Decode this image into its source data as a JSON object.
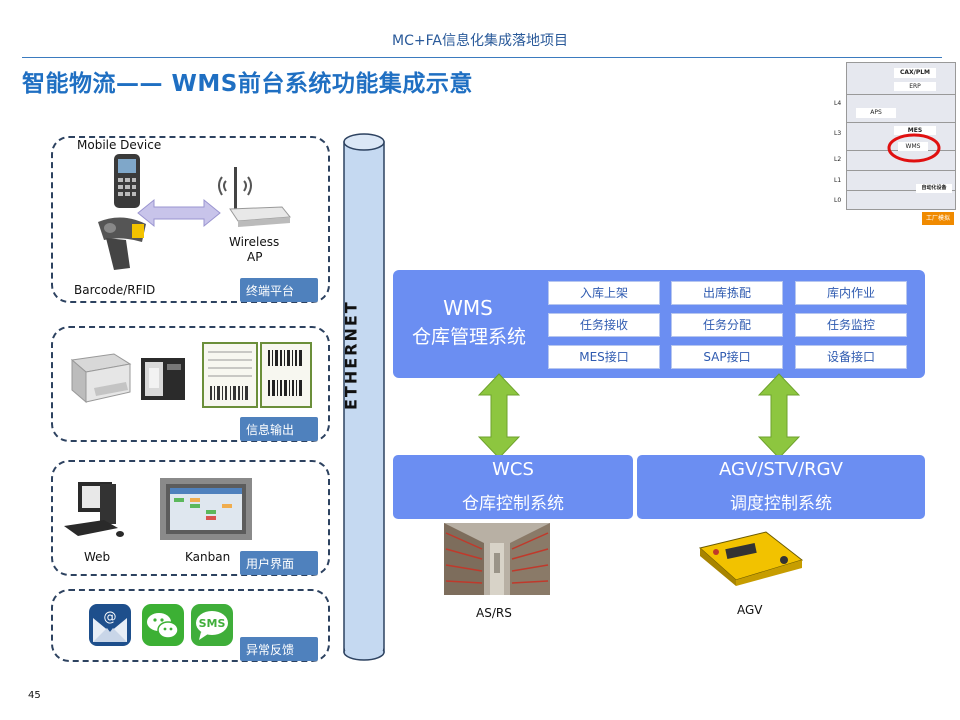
{
  "header": {
    "title": "MC+FA信息化集成落地项目"
  },
  "page_title": "智能物流—— WMS前台系统功能集成示意",
  "left_groups": [
    {
      "tag": "终端平台",
      "labels": {
        "mobile": "Mobile Device",
        "barcode": "Barcode/RFID",
        "wireless": "Wireless",
        "ap": "AP"
      }
    },
    {
      "tag": "信息输出"
    },
    {
      "tag": "用户界面",
      "labels": {
        "web": "Web",
        "kanban": "Kanban"
      }
    },
    {
      "tag": "异常反馈"
    }
  ],
  "ethernet": "ETHERNET",
  "wms": {
    "title": "WMS",
    "subtitle": "仓库管理系统",
    "functions": [
      "入库上架",
      "出库拣配",
      "库内作业",
      "任务接收",
      "任务分配",
      "任务监控",
      "MES接口",
      "SAP接口",
      "设备接口"
    ]
  },
  "wcs": {
    "title": "WCS",
    "subtitle": "仓库控制系统",
    "caption": "AS/RS"
  },
  "agv": {
    "title": "AGV/STV/RGV",
    "subtitle": "调度控制系统",
    "caption": "AGV"
  },
  "mini_diagram": {
    "levels": [
      "L4",
      "L3",
      "L2",
      "L1",
      "L0"
    ],
    "boxes": [
      "CAX/PLM",
      "ERP",
      "APS",
      "MES",
      "WMS",
      "自动化设备"
    ],
    "button": "工厂模拟"
  },
  "colors": {
    "accent": "#4f81bd",
    "system_box": "#6b8ef2",
    "arrow": "#8dc63f",
    "title": "#1f6fc2"
  },
  "page_number": "45"
}
